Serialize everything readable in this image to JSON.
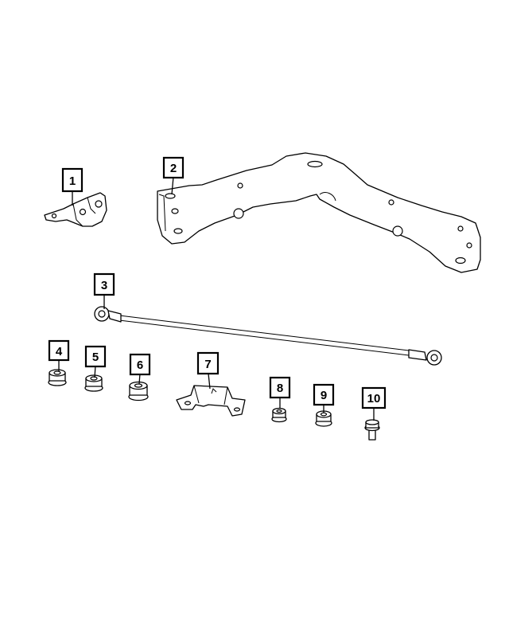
{
  "diagram": {
    "callouts": [
      {
        "id": "1",
        "part": "mounting-bracket"
      },
      {
        "id": "2",
        "part": "crossmember-plate"
      },
      {
        "id": "3",
        "part": "ground-strap"
      },
      {
        "id": "4",
        "part": "hex-flange-nut"
      },
      {
        "id": "5",
        "part": "hex-flange-nut"
      },
      {
        "id": "6",
        "part": "hex-flange-nut"
      },
      {
        "id": "7",
        "part": "support-bracket"
      },
      {
        "id": "8",
        "part": "hex-flange-nut"
      },
      {
        "id": "9",
        "part": "hex-flange-nut"
      },
      {
        "id": "10",
        "part": "flange-bolt"
      }
    ]
  }
}
